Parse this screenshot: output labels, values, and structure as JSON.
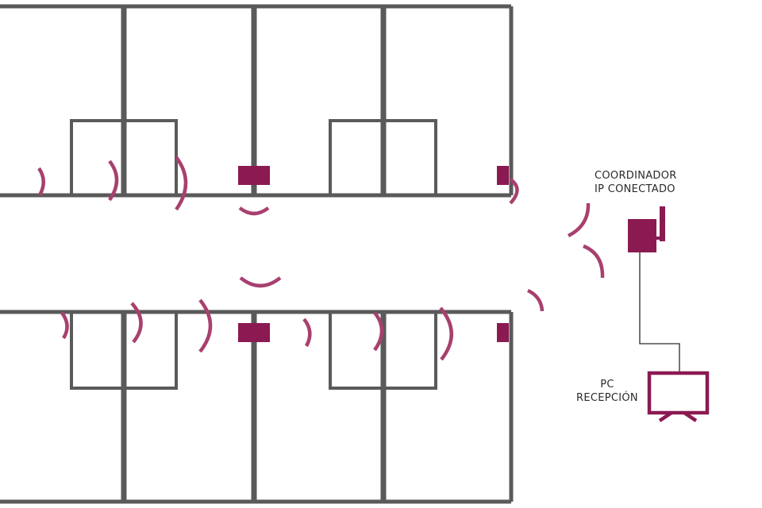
{
  "labels": {
    "coordinator_line1": "COORDINADOR",
    "coordinator_line2": "IP CONECTADO",
    "pc_line1": "PC",
    "pc_line2": "RECEPCIÓN"
  },
  "colors": {
    "wall": "#5a5a5a",
    "accent": "#8b1a52",
    "wave": "#a8406f",
    "text": "#2a2a2a"
  },
  "icons": {
    "coordinator": "wireless-coordinator-icon",
    "pc": "monitor-icon",
    "sensor": "room-sensor-icon",
    "signal": "signal-wave-icon"
  }
}
